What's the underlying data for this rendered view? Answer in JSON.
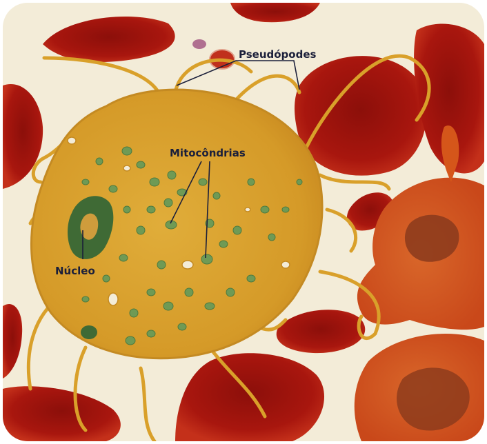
{
  "image": {
    "subject": "electron-micrograph",
    "colors": {
      "background": "#f3ecd8",
      "red_blood_cell": "#a8160e",
      "cell_body": "#d9a02a",
      "mitochondria": "#6f9a55",
      "nucleus": "#3f6a35",
      "neighbor_cell": "#d5561a",
      "label_text": "#1b1f3a"
    }
  },
  "labels": {
    "pseudopodes": "Pseudópodes",
    "mitocondrias": "Mitocôndrias",
    "nucleo": "Núcleo"
  }
}
